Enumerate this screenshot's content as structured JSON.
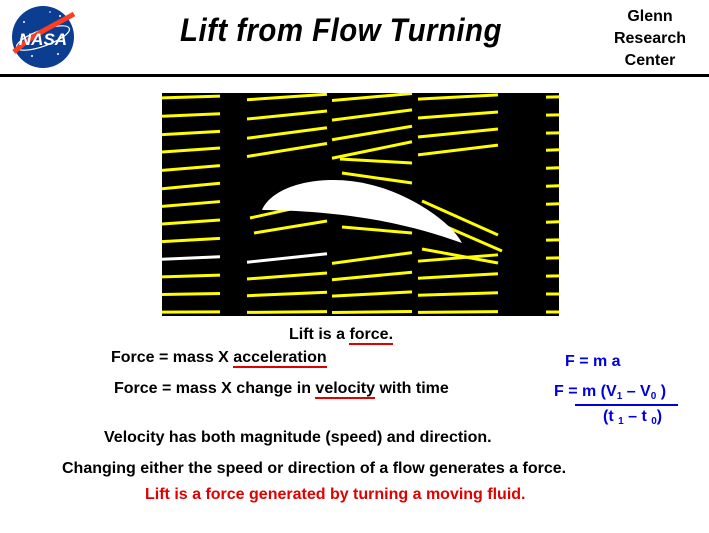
{
  "header": {
    "logo_text": "NASA",
    "title": "Lift  from  Flow  Turning",
    "center_line1": "Glenn",
    "center_line2": "Research",
    "center_line3": "Center"
  },
  "statements": {
    "lift_is": "Lift  is  a ",
    "force_word": "force.",
    "force_eq_mass": "Force  =  mass  X ",
    "acceleration_word": "acceleration",
    "force_change_pre": "Force  =  mass  X  change  in ",
    "velocity_word": "velocity",
    "force_change_post": "  with  time",
    "velocity_line": "Velocity   has  both  magnitude (speed)  and  direction.",
    "changing_line": "Changing  either  the  speed  or  direction  of  a  flow  generates  a  force.",
    "lift_generated_line": "Lift  is  a  force  generated  by  turning  a  moving  fluid."
  },
  "equations": {
    "f_ma": "F =  m a",
    "numerator_pre": "F = m (V",
    "numerator_sub1": "1",
    "numerator_mid": " – V",
    "numerator_sub0": "0",
    "numerator_post": " )",
    "denominator_pre": "(t ",
    "denominator_sub1": "1",
    "denominator_mid": " – t ",
    "denominator_sub0": "0",
    "denominator_post": ")"
  },
  "colors": {
    "background": "#000000",
    "streamline": "#ffff00",
    "airfoil": "#ffffff",
    "highlight_underline": "#e00000",
    "equation_blue": "#0000dd",
    "conclusion_red": "#e00000"
  }
}
